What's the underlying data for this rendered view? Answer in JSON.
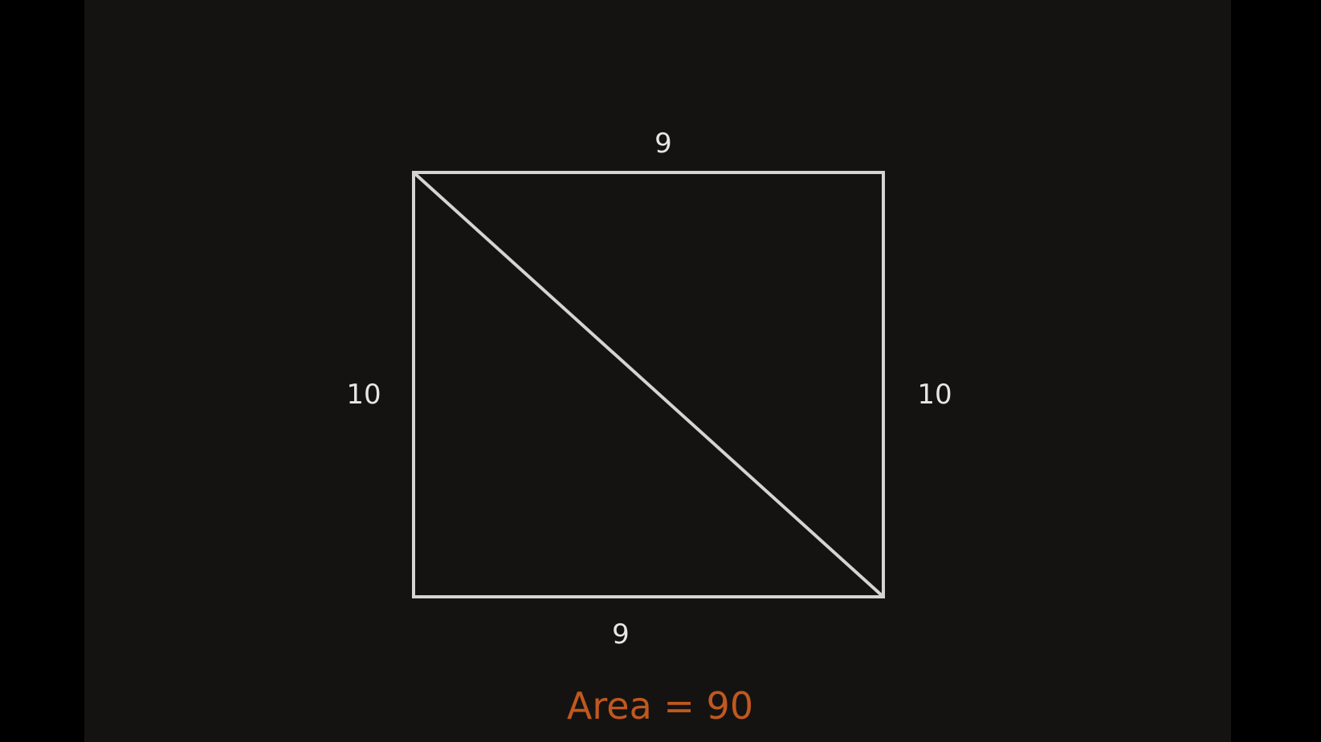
{
  "diagram": {
    "top_label": "9",
    "bottom_label": "9",
    "left_label": "10",
    "right_label": "10",
    "area_text": "Area = 90"
  },
  "colors": {
    "background": "#141311",
    "letterbox": "#000000",
    "line": "#d4d4d4",
    "label": "#e6e6e6",
    "accent": "#c0581f"
  }
}
